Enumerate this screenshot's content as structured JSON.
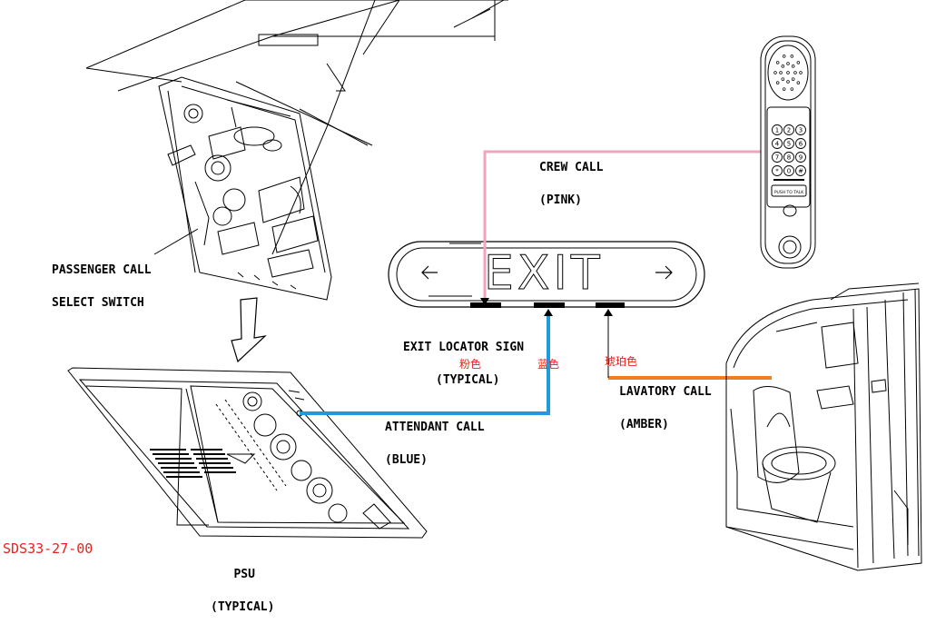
{
  "labels": {
    "passenger_call_line1": "PASSENGER CALL",
    "passenger_call_line2": "SELECT SWITCH",
    "crew_call_line1": "CREW CALL",
    "crew_call_line2": "(PINK)",
    "exit_sign_text": "EXIT",
    "exit_locator_line1": "EXIT LOCATOR SIGN",
    "exit_locator_line2": "(TYPICAL)",
    "attendant_call_line1": "ATTENDANT CALL",
    "attendant_call_line2": "(BLUE)",
    "lavatory_call_line1": "LAVATORY CALL",
    "lavatory_call_line2": "(AMBER)",
    "psu_line1": "PSU",
    "psu_line2": "(TYPICAL)",
    "handset_ptt_line1": "PUSH TO TALK"
  },
  "annotations": {
    "pink": "粉色",
    "blue": "蓝色",
    "amber": "琥珀色"
  },
  "reference": "SDS33-27-00",
  "handset_keys": [
    "1",
    "2",
    "3",
    "4",
    "5",
    "6",
    "7",
    "8",
    "9",
    "*",
    "0",
    "#"
  ],
  "colors": {
    "crew_call": "#f5a3bd",
    "attendant_call": "#1e9be0",
    "lavatory_call": "#f07d1e",
    "annotation": "#e8231b"
  }
}
